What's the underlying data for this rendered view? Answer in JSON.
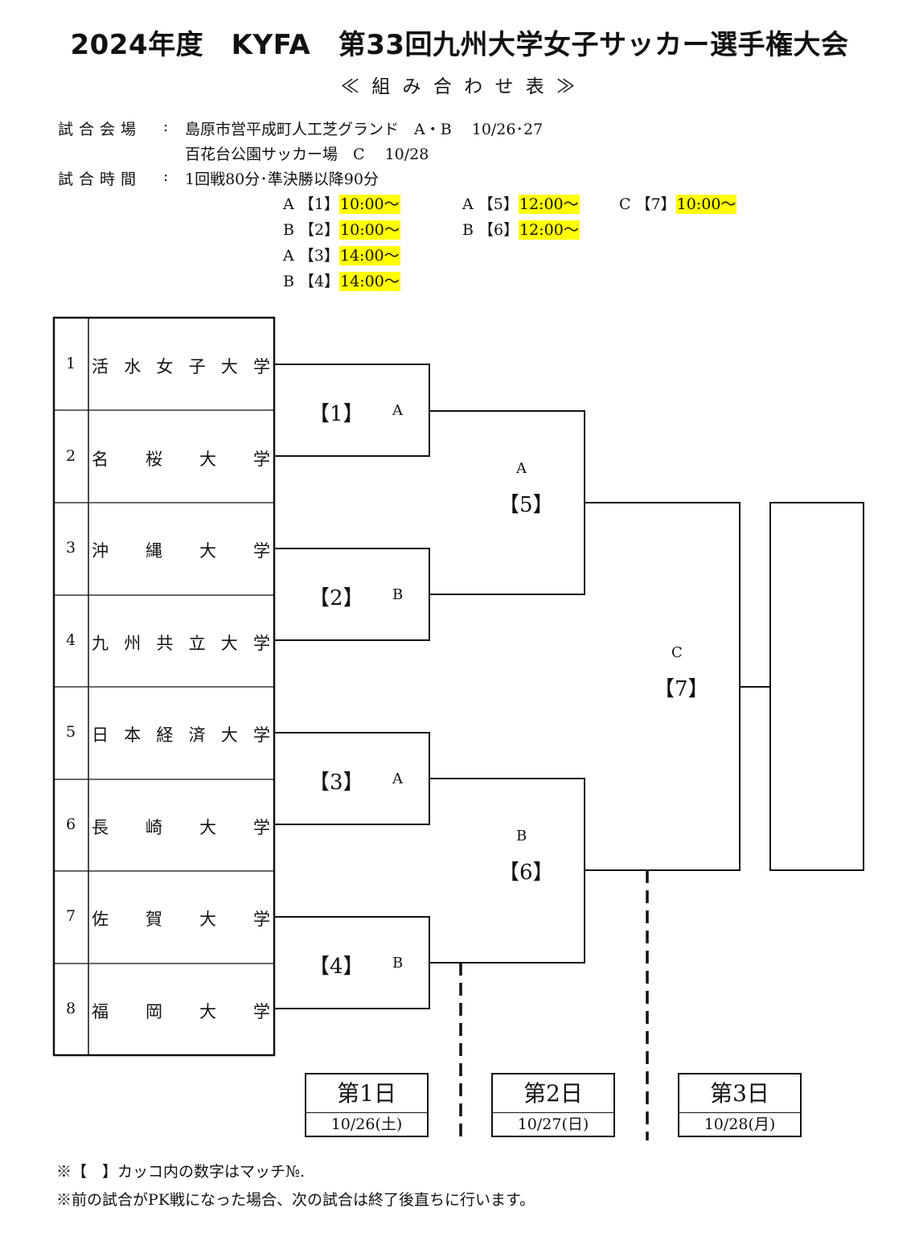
{
  "title": "2024年度　KYFA　第33回九州大学女子サッカー選手権大会",
  "subtitle": "≪ 組 み 合 わ せ 表 ≫",
  "venue": {
    "label": "試合会場",
    "colon": ":",
    "line1": "島原市営平成町人工芝グランド　A・B　 10/26･27",
    "line2": "百花台公園サッカー場　C　 10/28"
  },
  "time": {
    "label": "試合時間",
    "colon": ":",
    "line1": "1回戦80分･準決勝以降90分",
    "slots": [
      {
        "prefix": "A 【1】",
        "time": "10:00～"
      },
      {
        "prefix": "B 【2】",
        "time": "10:00～"
      },
      {
        "prefix": "A 【3】",
        "time": "14:00～"
      },
      {
        "prefix": "B 【4】",
        "time": "14:00～"
      },
      {
        "prefix": "A 【5】",
        "time": "12:00～"
      },
      {
        "prefix": "B 【6】",
        "time": "12:00～"
      },
      {
        "prefix": "C 【7】",
        "time": "10:00～"
      }
    ]
  },
  "teams": [
    {
      "num": "1",
      "name": [
        "活",
        "水",
        "女",
        "子",
        "大",
        "学"
      ]
    },
    {
      "num": "2",
      "name": [
        "名",
        "桜",
        "大",
        "学"
      ]
    },
    {
      "num": "3",
      "name": [
        "沖",
        "縄",
        "大",
        "学"
      ]
    },
    {
      "num": "4",
      "name": [
        "九",
        "州",
        "共",
        "立",
        "大",
        "学"
      ]
    },
    {
      "num": "5",
      "name": [
        "日",
        "本",
        "経",
        "済",
        "大",
        "学"
      ]
    },
    {
      "num": "6",
      "name": [
        "長",
        "崎",
        "大",
        "学"
      ]
    },
    {
      "num": "7",
      "name": [
        "佐",
        "賀",
        "大",
        "学"
      ]
    },
    {
      "num": "8",
      "name": [
        "福",
        "岡",
        "大",
        "学"
      ]
    }
  ],
  "matches": [
    {
      "label": "【1】",
      "venue": "A"
    },
    {
      "label": "【2】",
      "venue": "B"
    },
    {
      "label": "【3】",
      "venue": "A"
    },
    {
      "label": "【4】",
      "venue": "B"
    },
    {
      "label": "【5】",
      "venue": "A"
    },
    {
      "label": "【6】",
      "venue": "B"
    },
    {
      "label": "【7】",
      "venue": "C"
    }
  ],
  "days": [
    {
      "title": "第1日",
      "date": "10/26(土)"
    },
    {
      "title": "第2日",
      "date": "10/27(日)"
    },
    {
      "title": "第3日",
      "date": "10/28(月)"
    }
  ],
  "notes": [
    "※【　】カッコ内の数字はマッチ№.",
    "※前の試合がPK戦になった場合、次の試合は終了後直ちに行います。"
  ],
  "colors": {
    "highlight": "#ffff00",
    "line": "#111111"
  }
}
